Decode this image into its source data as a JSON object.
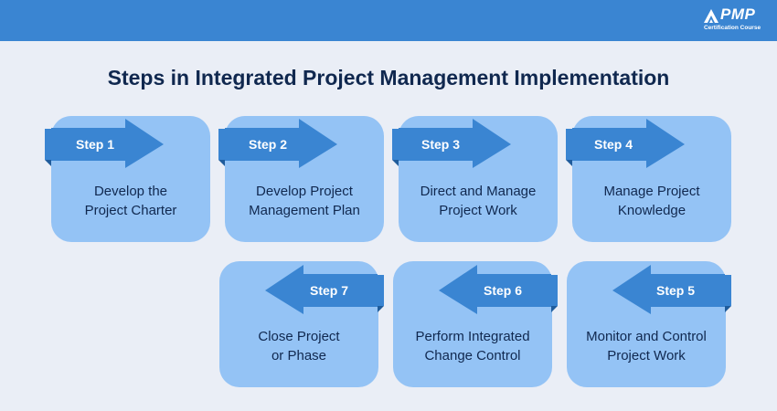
{
  "brand": {
    "logo_text": "PMP",
    "logo_subtitle": "Certification Course"
  },
  "title": "Steps in Integrated Project Management Implementation",
  "colors": {
    "header": "#3a85d2",
    "card": "#94c3f5",
    "arrow": "#3a85d2",
    "title": "#10284f"
  },
  "steps": [
    {
      "label": "Step 1",
      "line1": "Develop the",
      "line2": "Project Charter",
      "direction": "right"
    },
    {
      "label": "Step 2",
      "line1": "Develop Project",
      "line2": "Management Plan",
      "direction": "right"
    },
    {
      "label": "Step 3",
      "line1": "Direct and Manage",
      "line2": "Project Work",
      "direction": "right"
    },
    {
      "label": "Step 4",
      "line1": "Manage Project",
      "line2": "Knowledge",
      "direction": "right"
    },
    {
      "label": "Step 5",
      "line1": "Monitor and Control",
      "line2": "Project Work",
      "direction": "left"
    },
    {
      "label": "Step 6",
      "line1": "Perform Integrated",
      "line2": "Change Control",
      "direction": "left"
    },
    {
      "label": "Step 7",
      "line1": "Close Project",
      "line2": "or Phase",
      "direction": "left"
    }
  ]
}
